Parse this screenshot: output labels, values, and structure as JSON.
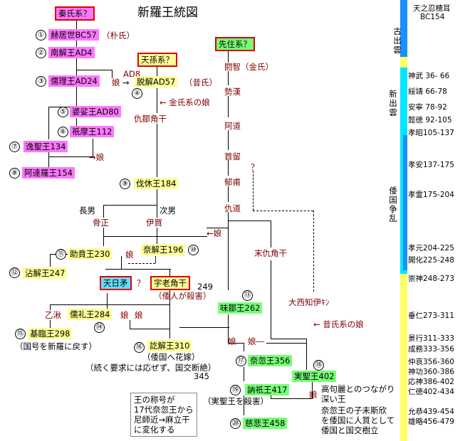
{
  "title": "新羅王統図",
  "clans": {
    "qin": "秦氏系？",
    "tenson": "天孫系？",
    "senju": "先住系？"
  },
  "kings": {
    "k1": "赫居世BC57",
    "k2": "南解王AD4",
    "k3": "儒理王AD24",
    "k4": "脱解AD57",
    "k5": "婆娑王AD80",
    "k6": "祇摩王112",
    "k7": "逸聖王134",
    "k8": "阿達羅王154",
    "k9": "伐休王184",
    "k10": "奈解王196",
    "k11": "助賁王230",
    "k12": "沾解王247",
    "k13": "味鄒王262",
    "k14": "儒礼王284",
    "k15": "基臨王298",
    "k16": "訖解王310",
    "k17": "奈忽王356",
    "k18": "実聖王402",
    "k19": "訥祇王417",
    "k20": "慈悲王458",
    "amenohiboko": "天日矛",
    "uro": "宇老角干"
  },
  "circled_numbers": [
    "①",
    "②",
    "③",
    "④",
    "⑤",
    "⑥",
    "⑦",
    "⑧",
    "⑨",
    "⑩",
    "⑪",
    "⑫",
    "⑬",
    "⑭",
    "⑮",
    "⑯",
    "⑰",
    "⑱",
    "⑲",
    "⑳"
  ],
  "labels": {
    "pakushi": "（朴氏）",
    "sekishi": "（昔氏）",
    "ad8": "AD8",
    "musume": "娘",
    "kinshi_musume": "← 金氏系の娘",
    "kinshi_musume2": "← 昔氏系の娘",
    "kyutoku": "仇鄒角干",
    "kanchi": "閼智（金氏）",
    "seikan": "勢漢",
    "ado": "阿道",
    "shuryu": "首留",
    "ikuho": "郁甫",
    "kyudo": "仇道",
    "q": "？",
    "choudan": "長男",
    "jinan": "次男",
    "kotsusei": "骨正",
    "ishitsu": "伊買",
    "makkyu": "末仇角干",
    "daisei": "大西知伊ｷﾝ",
    "otsushuku": "乙湫",
    "n249": "249",
    "wojin": "（倭人が殺害）",
    "kokugo": "（国号を新羅に戻す）",
    "wakoku_bride": "（倭国へ花嫁）",
    "kokko_line1": "（続く要求には応ぜず、国交断絶）",
    "n345": "345",
    "jissei_kill": "（実聖王を殺害）",
    "goguryeo1": "高句麗とのつながり",
    "goguryeo2": "深い王",
    "nakotsu1": "奈忽王の子未斯欣",
    "nakotsu2": "を倭国に人質として",
    "nakotsu3": "倭国と国交樹立",
    "note": "王の称号が\n17代奈忽王から\n尼師近→麻立干\nに変化する"
  },
  "timeline": {
    "top_label": "天之忍穂耳",
    "top_year": "BC154",
    "furu_izumo": "古出雲",
    "shin_izumo": "新出雲",
    "wakoku_sorān": "倭国争乱",
    "reigns": [
      "神武 36- 66",
      "綏靖 66-78",
      "安寧 78-92",
      "懿徳 92-105",
      "孝昭105-137",
      "孝安137-175",
      "孝霊175-204",
      "孝元204-225",
      "開化225-248",
      "崇神248-273",
      "垂仁273-311",
      "景行311-333",
      "成務333-356",
      "仲哀356-360",
      "神功360-386",
      "応神386-402",
      "仁徳402-434",
      "允恭439-454",
      "雄略456-479"
    ],
    "colors": {
      "yellow": "#ffff66",
      "cyan": "#00e5ff",
      "blue": "#1a90ff"
    }
  }
}
